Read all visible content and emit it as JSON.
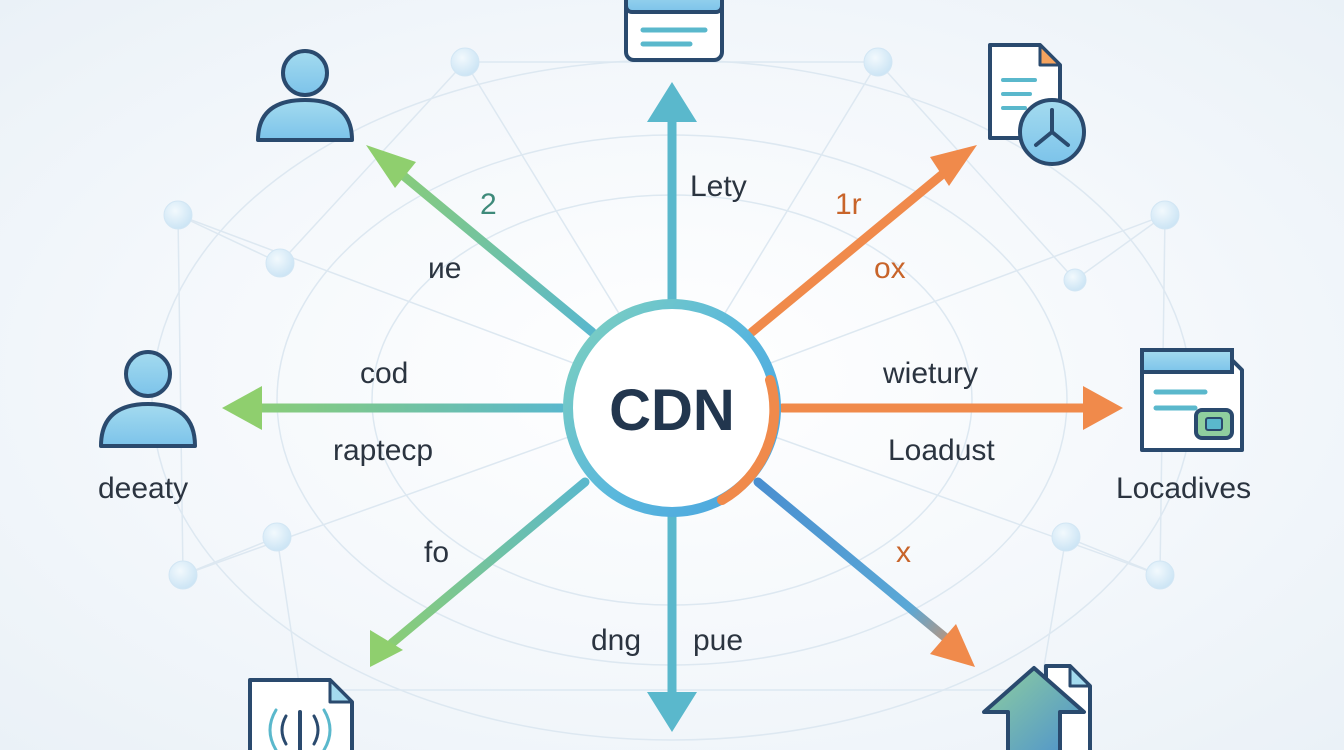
{
  "center": {
    "label": "CDN"
  },
  "arrow_labels": {
    "up": "Lety",
    "up_left_a": "2",
    "up_left_b": "иe",
    "up_right_a": "1r",
    "up_right_b": "ox",
    "left_a": "cod",
    "left_b": "raptecp",
    "right_a": "wietury",
    "right_b": "Loadust",
    "down_left": "fo",
    "down_a": "dng",
    "down_b": "pue",
    "down_right": "x"
  },
  "nodes": {
    "left_user": "deeaty",
    "right_window": "Locadives"
  },
  "colors": {
    "teal": "#5ab8cc",
    "green": "#8fcf6e",
    "orange": "#f08a4b",
    "blue": "#4a8fd0",
    "navy": "#2a4a6e",
    "ring_light": "#cfe6f5"
  },
  "icons": [
    "server-icon",
    "user-icon",
    "document-clock-icon",
    "window-icon",
    "document-signal-icon",
    "upload-icon"
  ]
}
